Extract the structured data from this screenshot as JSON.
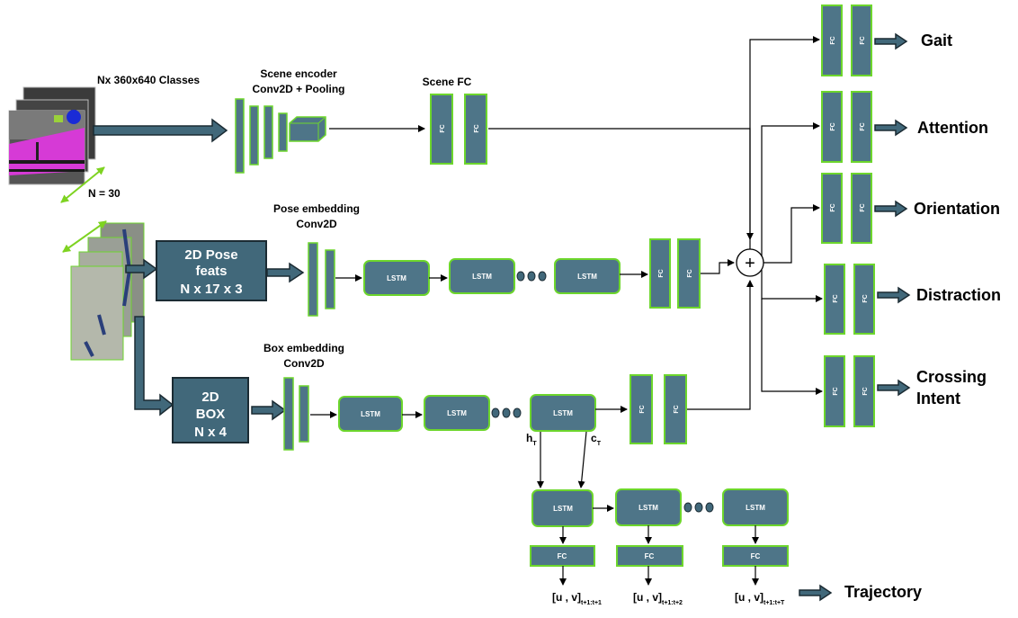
{
  "scene": {
    "input_label": "Nx 360x640 Classes",
    "n_label": "N = 30",
    "encoder_title_line1": "Scene encoder",
    "encoder_title_line2": "Conv2D + Pooling",
    "fc_title": "Scene FC"
  },
  "pose": {
    "box_line1": "2D Pose",
    "box_line2": "feats",
    "box_line3": "N x 17 x 3",
    "embed_title_line1": "Pose embedding",
    "embed_title_line2": "Conv2D"
  },
  "box": {
    "box_line1": "2D",
    "box_line2": "BOX",
    "box_line3": "N x 4",
    "embed_title_line1": "Box embedding",
    "embed_title_line2": "Conv2D"
  },
  "labels": {
    "fc": "FC",
    "lstm": "LSTM",
    "plus": "+",
    "h": "h",
    "c": "c",
    "sub_T": "T"
  },
  "outputs": {
    "gait": "Gait",
    "attention": "Attention",
    "orientation": "Orientation",
    "distraction": "Distraction",
    "crossing_line1": "Crossing",
    "crossing_line2": "Intent",
    "trajectory": "Trajectory"
  },
  "decoder": {
    "uv": "[u , v]",
    "sub1": "t+1:t+1",
    "sub2": "t+1:t+2",
    "sub3": "t+1:t+T"
  },
  "colors": {
    "block_fill": "#4e7588",
    "block_border": "#6dd62c",
    "arrow_fill": "#41687a",
    "n_arrow": "#7ed321"
  }
}
